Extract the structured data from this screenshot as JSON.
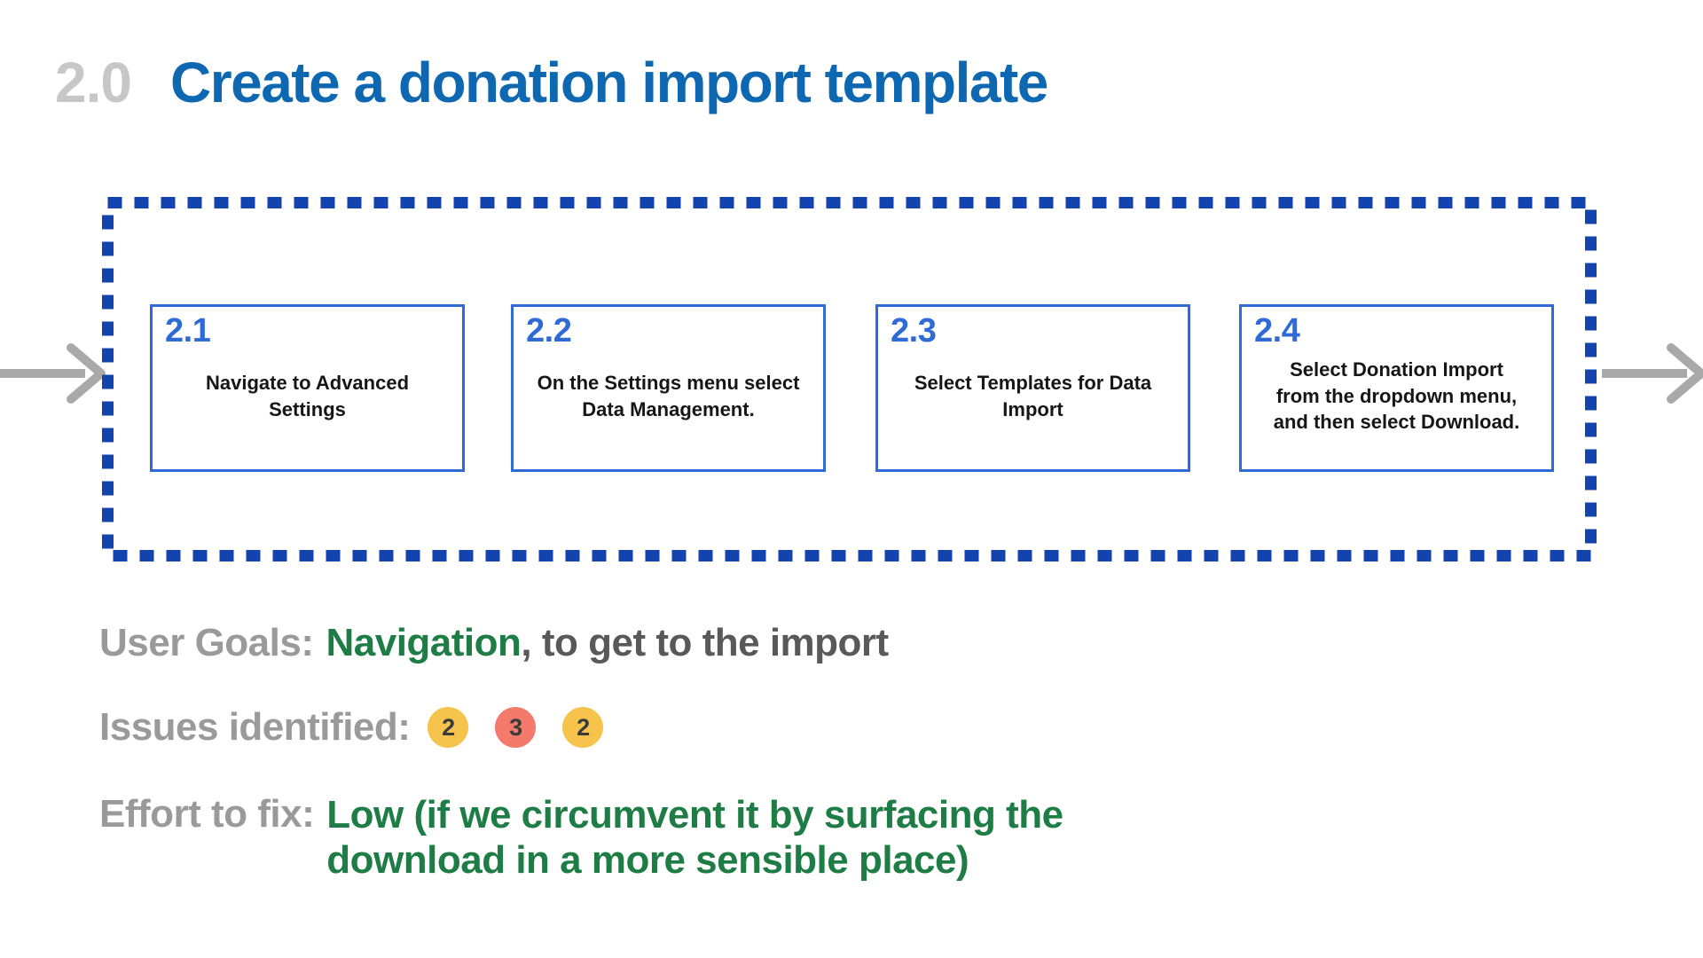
{
  "title": {
    "number": "2.0",
    "text": "Create a donation import template"
  },
  "flow": {
    "steps": [
      {
        "id": "2.1",
        "text": "Navigate to Advanced\nSettings"
      },
      {
        "id": "2.2",
        "text": "On the Settings menu select\nData Management."
      },
      {
        "id": "2.3",
        "text": "Select Templates for Data\nImport"
      },
      {
        "id": "2.4",
        "text": "Select Donation Import\nfrom the dropdown menu,\nand then select Download."
      }
    ]
  },
  "details": {
    "user_goals": {
      "label": "User Goals:",
      "highlight": "Navigation",
      "rest": ", to get to the import"
    },
    "issues": {
      "label": "Issues identified:",
      "badges": [
        {
          "value": "2",
          "color": "#F6C44C"
        },
        {
          "value": "3",
          "color": "#F47A6C"
        },
        {
          "value": "2",
          "color": "#F6C44C"
        }
      ]
    },
    "effort": {
      "label": "Effort to fix:",
      "value": "Low (if we circumvent it by surfacing the\ndownload in a more sensible place)"
    }
  },
  "colors": {
    "title_blue": "#0e68b1",
    "title_number_gray": "#c7c7c7",
    "box_border_blue": "#2e6bd6",
    "dashed_frame_blue": "#1344ad",
    "arrow_gray": "#a9a9a9",
    "label_gray": "#9a9a9a",
    "body_dark_gray": "#595959",
    "green": "#1e7d45",
    "badge_yellow": "#F6C44C",
    "badge_red": "#F47A6C"
  }
}
